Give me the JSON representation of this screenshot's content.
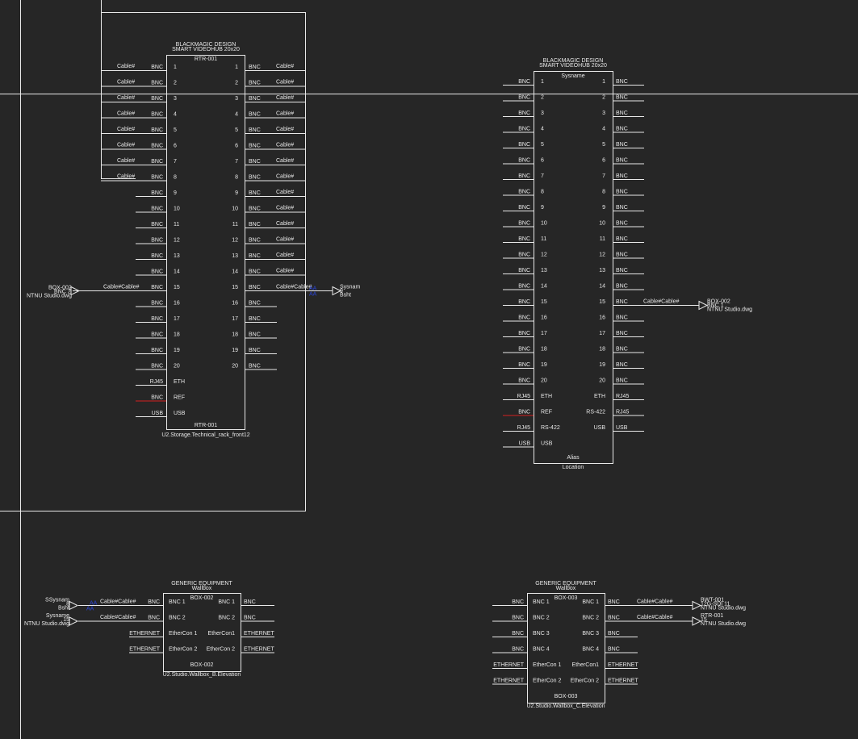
{
  "colors": {
    "background": "#262626",
    "line": "#e8e8e8",
    "text": "#e8e8e8",
    "ref_line": "#d42020",
    "accent": "#2a45d8"
  },
  "router1": {
    "title1": "BLACKMAGIC DESIGN",
    "title2": "SMART VIDEOHUB 20x20",
    "top_label": "RTR-001",
    "bottom_label": "RTR-001",
    "location": "U2.Storage.Technical_rack_front12",
    "port_type": "BNC",
    "cable_label": "Cable#",
    "ports": [
      "1",
      "2",
      "3",
      "4",
      "5",
      "6",
      "7",
      "8",
      "9",
      "10",
      "11",
      "12",
      "13",
      "14",
      "15",
      "16",
      "17",
      "18",
      "19",
      "20"
    ],
    "extra_left": [
      {
        "conn": "RJ45",
        "inner": "ETH"
      },
      {
        "conn": "BNC",
        "inner": "REF"
      },
      {
        "conn": "USB",
        "inner": "USB"
      }
    ],
    "left_link": {
      "l1": "BOX-002",
      "l2": "BNC 2",
      "l3": "NTNU Studio.dwg",
      "cable": "Cable#Cable#"
    },
    "right_link": {
      "l1": "Sysnam",
      "l2": "9",
      "l3": "Bsht",
      "cable": "Cable#Cable#",
      "mark": "AA"
    }
  },
  "router2": {
    "title1": "BLACKMAGIC DESIGN",
    "title2": "SMART VIDEOHUB 20x20",
    "top_label": "Sysname",
    "alias": "Alias",
    "location": "Location",
    "port_type": "BNC",
    "ports": [
      "1",
      "2",
      "3",
      "4",
      "5",
      "6",
      "7",
      "8",
      "9",
      "10",
      "11",
      "12",
      "13",
      "14",
      "15",
      "16",
      "17",
      "18",
      "19",
      "20"
    ],
    "extra_left": [
      {
        "conn": "RJ45",
        "inner": "ETH"
      },
      {
        "conn": "BNC",
        "inner": "REF"
      },
      {
        "conn": "RJ45",
        "inner": "RS-422"
      },
      {
        "conn": "USB",
        "inner": "USB"
      }
    ],
    "extra_right": [
      {
        "conn": "RJ45",
        "inner": "ETH"
      },
      {
        "conn": "RJ45",
        "inner": "RS-422"
      },
      {
        "conn": "USB",
        "inner": "USB"
      }
    ],
    "right_link": {
      "l1": "BOX-002",
      "l2": "BNC 1",
      "l3": "NTNU Studio.dwg",
      "cable": "Cable#Cable#"
    }
  },
  "box2": {
    "title1": "GENERIC EQUIPMENT",
    "title2": "Wallbox",
    "top_label": "BOX-002",
    "bottom_label": "BOX-002",
    "location": "U2.Studio.Wallbox_B.Elevation",
    "rows": [
      {
        "lconn": "BNC",
        "lin": "BNC 1",
        "rin": "BNC 1",
        "rconn": "BNC"
      },
      {
        "lconn": "BNC",
        "lin": "BNC 2",
        "rin": "BNC 2",
        "rconn": "BNC"
      },
      {
        "lconn": "ETHERNET",
        "lin": "EtherCon 1",
        "rin": "EtherCon1",
        "rconn": "ETHERNET"
      },
      {
        "lconn": "ETHERNET",
        "lin": "EtherCon 2",
        "rin": "EtherCon 2",
        "rconn": "ETHERNET"
      }
    ],
    "links": [
      {
        "l1": "SSysnam",
        "l2": "8",
        "l3": "Bsht",
        "cable": "Cable#Cable#",
        "mark": "AA"
      },
      {
        "l1": "Sysname",
        "l2": "15",
        "l3": "NTNU Studio.dwg",
        "cable": "Cable#Cable#"
      }
    ]
  },
  "box3": {
    "title1": "GENERIC EQUIPMENT",
    "title2": "Wallbox",
    "top_label": "BOX-003",
    "bottom_label": "BOX-003",
    "location": "U2.Studio.Wallbox_C.Elevation",
    "rows": [
      {
        "lconn": "BNC",
        "lin": "BNC 1",
        "rin": "BNC 1",
        "rconn": "BNC"
      },
      {
        "lconn": "BNC",
        "lin": "BNC 2",
        "rin": "BNC 2",
        "rconn": "BNC"
      },
      {
        "lconn": "BNC",
        "lin": "BNC 3",
        "rin": "BNC 3",
        "rconn": "BNC"
      },
      {
        "lconn": "BNC",
        "lin": "BNC 4",
        "rin": "BNC 4",
        "rconn": "BNC"
      },
      {
        "lconn": "ETHERNET",
        "lin": "EtherCon 1",
        "rin": "EtherCon1",
        "rconn": "ETHERNET"
      },
      {
        "lconn": "ETHERNET",
        "lin": "EtherCon 2",
        "rin": "EtherCon 2",
        "rconn": "ETHERNET"
      }
    ],
    "links": [
      {
        "l1": "BWT-001",
        "l2": "12G-SDI 11",
        "l3": "NTNU Studio.dwg",
        "cable": "Cable#Cable#"
      },
      {
        "l1": "RTR-001",
        "l2": "15",
        "l3": "NTNU Studio.dwg",
        "cable": "Cable#Cable#"
      }
    ]
  }
}
